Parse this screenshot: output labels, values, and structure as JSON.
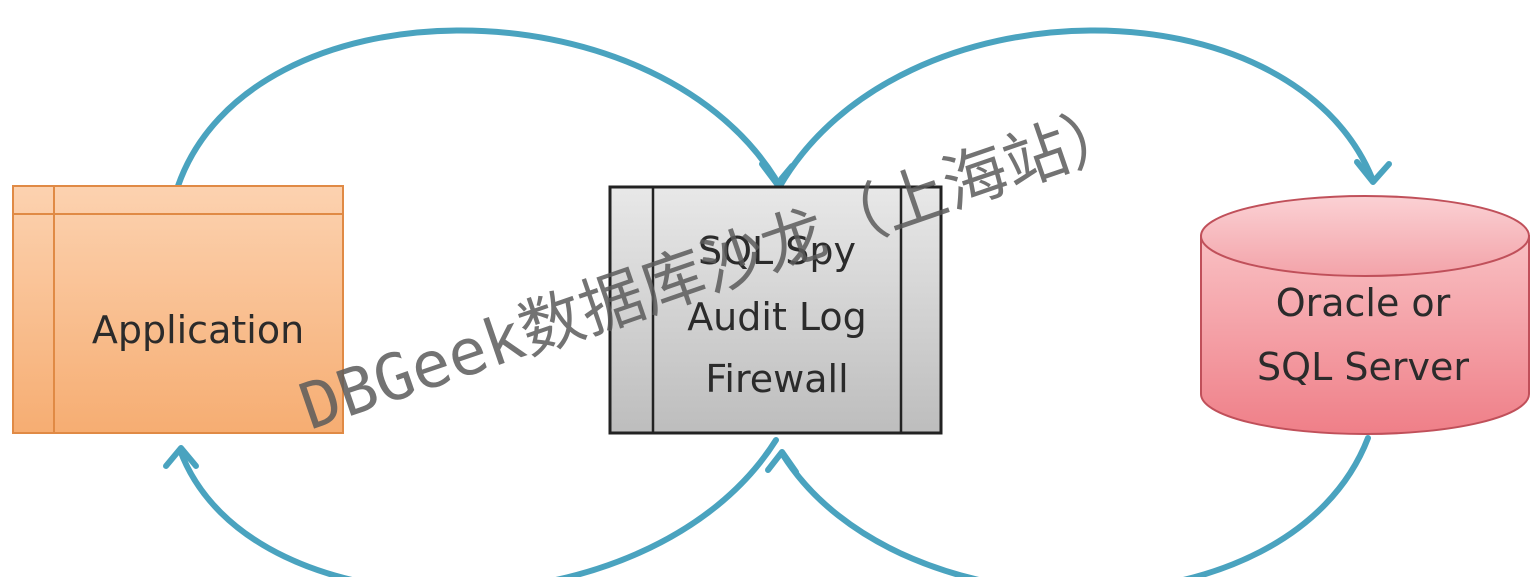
{
  "nodes": {
    "application": {
      "label": "Application"
    },
    "firewall": {
      "lines": [
        "SQL Spy",
        "Audit Log",
        "Firewall"
      ]
    },
    "database": {
      "lines": [
        "Oracle or",
        "SQL Server"
      ]
    }
  },
  "watermark": {
    "text": "DBGeek数据库沙龙（上海站）"
  },
  "colors": {
    "arrow": "#4aa3bf",
    "application_fill_top": "#fcd2b0",
    "application_fill_bottom": "#f6ad72",
    "application_stroke": "#e08a45",
    "firewall_fill_top": "#e6e6e6",
    "firewall_fill_bottom": "#bdbdbd",
    "firewall_stroke": "#222222",
    "database_fill_top": "#f8b7bb",
    "database_fill_bottom": "#f07f87",
    "database_stroke": "#c0505a"
  }
}
